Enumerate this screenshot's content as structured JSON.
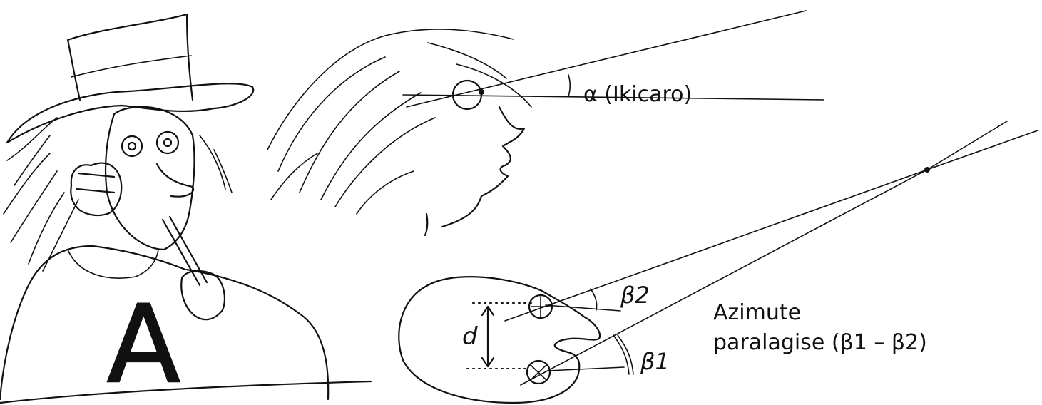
{
  "labels": {
    "alpha": "α (Ikicaro)",
    "beta2": "β2",
    "beta1": "β1",
    "d": "d",
    "azimute": "Azimute",
    "paralagise": "paralagise (β1 – β2)",
    "shirt_letter": "A"
  }
}
